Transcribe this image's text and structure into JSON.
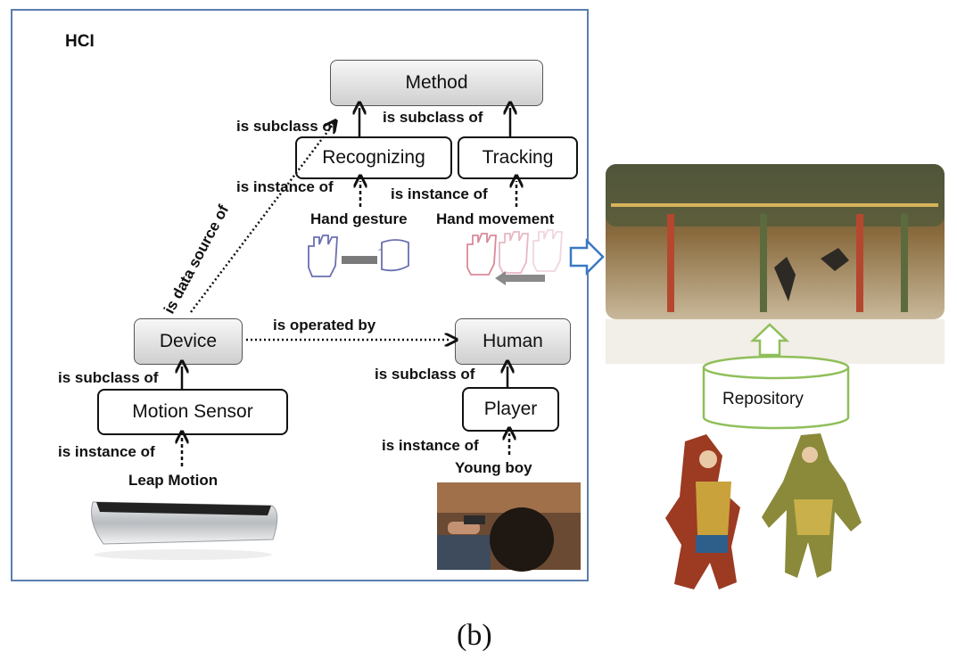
{
  "panel": {
    "title": "HCI"
  },
  "nodes": {
    "method": "Method",
    "recognizing": "Recognizing",
    "tracking": "Tracking",
    "device": "Device",
    "human": "Human",
    "motion_sensor": "Motion Sensor",
    "player": "Player"
  },
  "labels": {
    "subclass_recognizing": "is subclass of",
    "subclass_tracking": "is subclass of",
    "instance_gesture": "is instance of",
    "instance_movement": "is instance of",
    "hand_gesture": "Hand gesture",
    "hand_movement": "Hand movement",
    "data_source": "is data source of",
    "operated_by": "is operated by",
    "subclass_motion": "is subclass of",
    "subclass_player": "is subclass of",
    "instance_leap": "is instance of",
    "instance_boy": "is instance of",
    "leap_motion": "Leap Motion",
    "young_boy": "Young boy"
  },
  "repository": {
    "label": "Repository"
  },
  "caption": "(b)",
  "colors": {
    "panel_border": "#5b7fae",
    "repo_stroke": "#8fbf5a",
    "arrow_blue": "#3a78c2"
  }
}
